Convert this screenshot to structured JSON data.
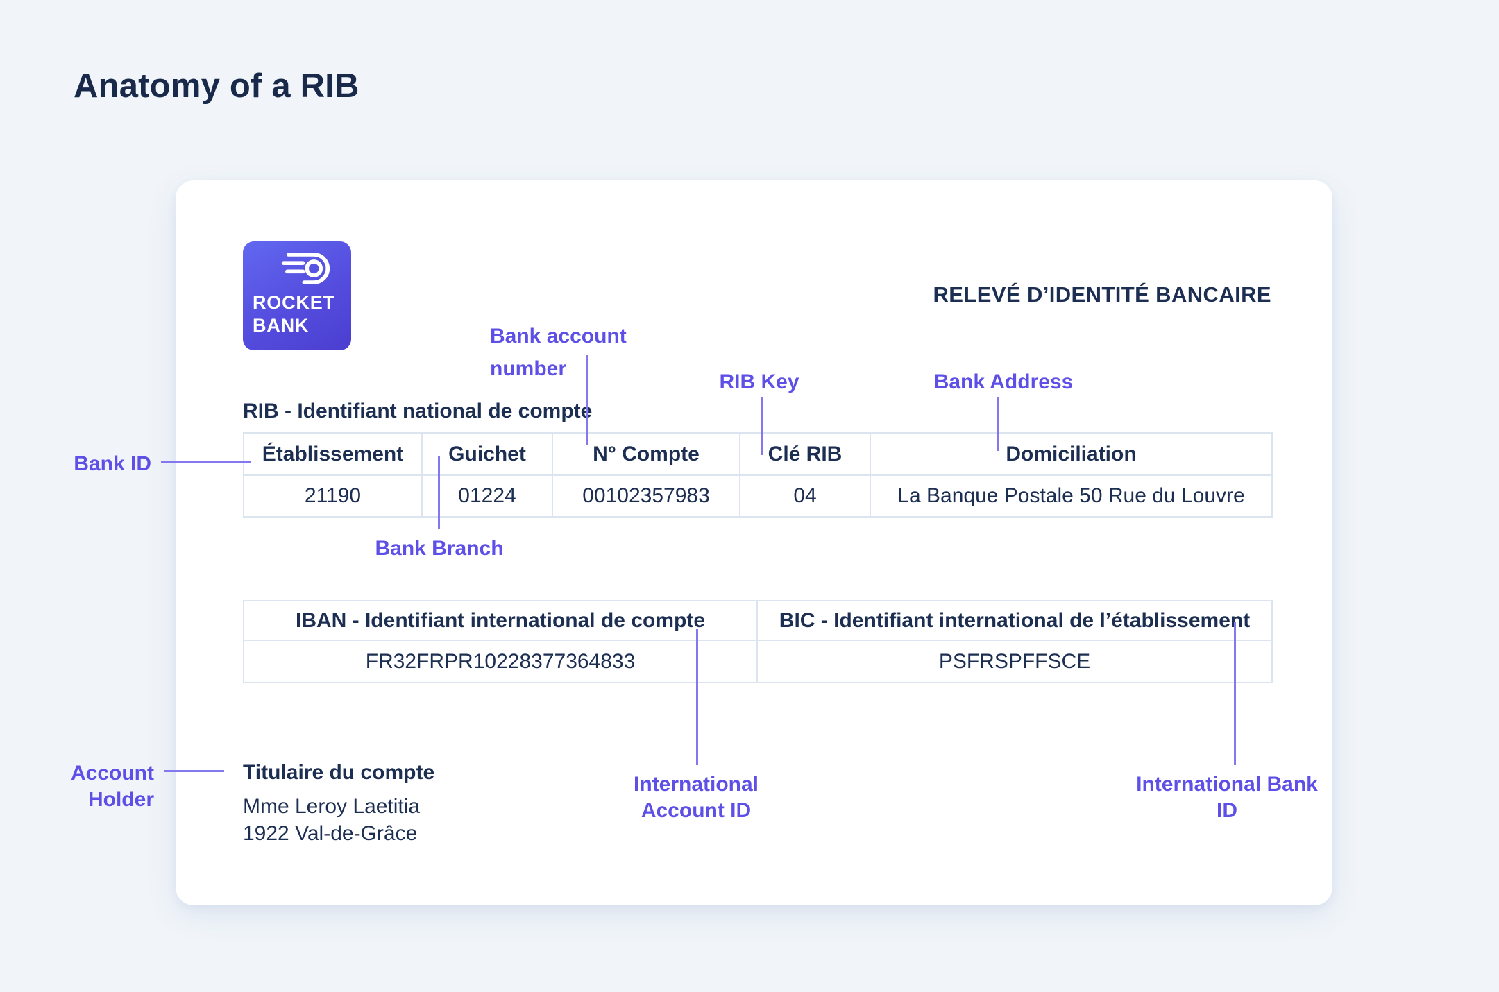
{
  "page_title": "Anatomy of a RIB",
  "card": {
    "logo": {
      "icon": "rocket-comet-icon",
      "line1": "ROCKET",
      "line2": "BANK"
    },
    "heading": "RELEVÉ D’IDENTITÉ BANCAIRE",
    "rib_table": {
      "label": "RIB - Identifiant national de compte",
      "headers": [
        "Établissement",
        "Guichet",
        "N° Compte",
        "Clé RIB",
        "Domiciliation"
      ],
      "values": [
        "21190",
        "01224",
        "00102357983",
        "04",
        "La Banque Postale 50 Rue du Louvre"
      ]
    },
    "intl_table": {
      "headers": [
        "IBAN - Identifiant international de compte",
        "BIC - Identifiant international de l’établissement"
      ],
      "values": [
        "FR32FRPR10228377364833",
        "PSFRSPFFSCE"
      ]
    },
    "holder": {
      "label": "Titulaire du compte",
      "name": "Mme Leroy Laetitia",
      "address": "1922 Val-de-Grâce"
    }
  },
  "annotations": {
    "bank_id": "Bank ID",
    "bank_account_number": "Bank account number",
    "rib_key": "RIB Key",
    "bank_address": "Bank Address",
    "bank_branch": "Bank Branch",
    "account_holder": "Account Holder",
    "intl_account_id": "International Account ID",
    "intl_bank_id": "International Bank ID"
  },
  "colors": {
    "background": "#f1f5f9",
    "card": "#ffffff",
    "navy_text": "#1c2e51",
    "annotation_text": "#5e50e7",
    "annotation_line": "#8478f0",
    "table_border": "#dce4f0",
    "logo_gradient_start": "#6168f0",
    "logo_gradient_end": "#4a3ecf"
  }
}
